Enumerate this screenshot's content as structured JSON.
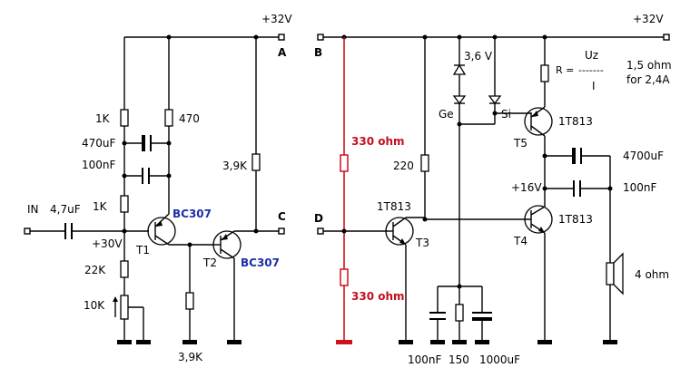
{
  "supply": {
    "left": "+32V",
    "right": "+32V"
  },
  "terminals": {
    "a": "A",
    "b": "B",
    "c": "C",
    "d": "D"
  },
  "input": {
    "label": "IN",
    "cap": "4,7uF"
  },
  "stage1": {
    "r_top": "1K",
    "c_decouple": "470uF",
    "c_small": "100nF",
    "r_bias_top": "1K",
    "bias_voltage": "+30V",
    "r_bias_bottom": "22K",
    "pot": "10K",
    "r_collector": "470",
    "r_load": "3,9K",
    "r_emitter": "3,9K",
    "t1": "T1",
    "t1_type": "BC307",
    "t2": "T2",
    "t2_type": "BC307"
  },
  "dummy_load": {
    "r_top": "330 ohm",
    "r_bottom": "330 ohm"
  },
  "output_stage": {
    "r_base": "220",
    "t3_type": "1T813",
    "t3": "T3",
    "diode_zener": "3,6 V",
    "diode_ge": "Ge",
    "diode_si": "Si",
    "uz": "Uz",
    "r_formula_prefix": "R = ",
    "r_formula_line": "-------",
    "r_formula_den": "I",
    "current_note_1": "1,5 ohm",
    "current_note_2": "for 2,4A",
    "t5_type": "1T813",
    "t5": "T5",
    "t4_type": "1T813",
    "t4": "T4",
    "mid_voltage": "+16V",
    "c_output": "4700uF",
    "c_output_bypass": "100nF",
    "speaker": "4 ohm",
    "c_bottom_1": "100nF",
    "r_bottom": "150",
    "c_bottom_2": "1000uF"
  }
}
